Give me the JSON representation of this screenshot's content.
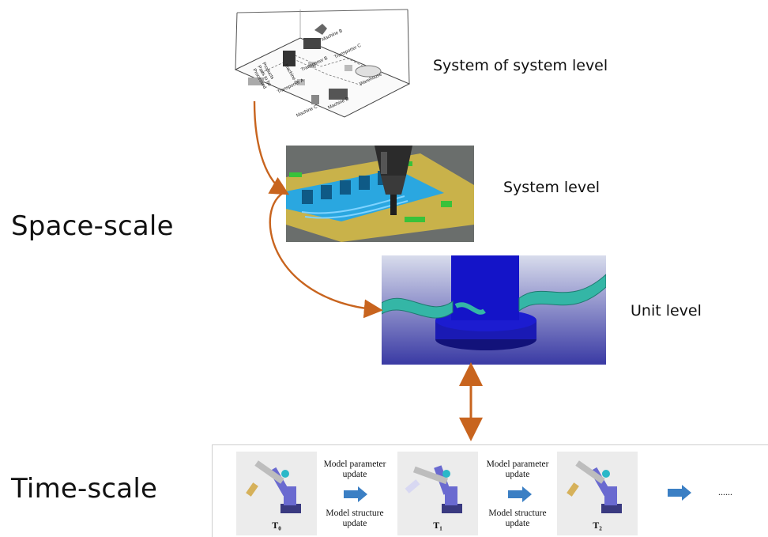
{
  "scales": {
    "space": "Space-scale",
    "time": "Time-scale"
  },
  "levels": {
    "sos": "System of system level",
    "system": "System level",
    "unit": "Unit level"
  },
  "factory_labels": [
    "Machine B",
    "Machine A",
    "Products",
    "Parts to be",
    "Processed",
    "Transporter A",
    "Transporter B",
    "Transporter C",
    "Warehouse",
    "Machine D",
    "Machine C"
  ],
  "timeline": {
    "robots": [
      {
        "label": "T₀"
      },
      {
        "label": "T₁"
      },
      {
        "label": "T₂"
      }
    ],
    "updates": [
      {
        "top": "Model parameter update",
        "bottom": "Model structure update"
      },
      {
        "top": "Model parameter update",
        "bottom": "Model structure update"
      }
    ],
    "ellipsis": "......"
  },
  "colors": {
    "arrow": "#c8641e",
    "blue_arrow": "#3b7fc4",
    "cad_yellow": "#c9b24a",
    "cad_cyan": "#2aa7e0",
    "cad_green": "#39c23a",
    "unit_blue": "#1414c8",
    "unit_teal": "#34b6a6"
  }
}
